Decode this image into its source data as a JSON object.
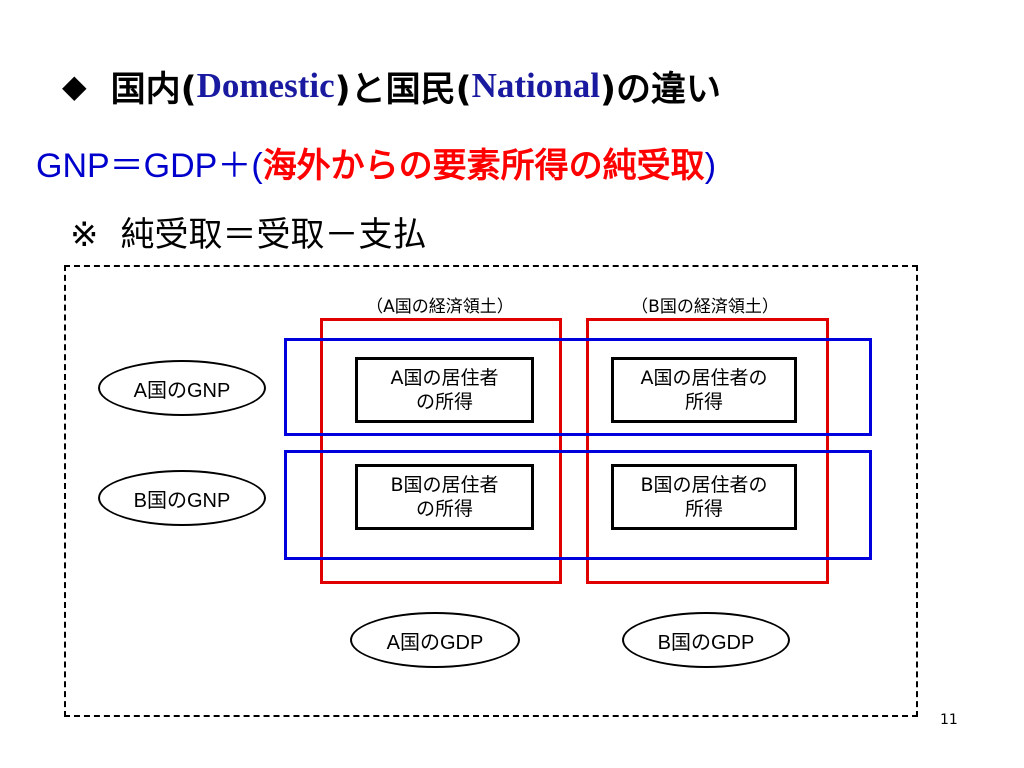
{
  "title": {
    "bullet": "◆",
    "part1": "国内(",
    "domestic": "Domestic",
    "part2": ")と国民(",
    "national": "National",
    "part3": ")の違い"
  },
  "formula": {
    "prefix": "GNP＝GDP＋(",
    "highlight": "海外からの要素所得の純受取",
    "suffix": ")"
  },
  "note": {
    "mark": "※",
    "text": "純受取＝受取－支払"
  },
  "diagram": {
    "territory_a": "（A国の経済領土）",
    "territory_b": "（B国の経済領土）",
    "gnp_a": "A国のGNP",
    "gnp_b": "B国のGNP",
    "gdp_a": "A国のGDP",
    "gdp_b": "B国のGDP",
    "cell_a_in_a": "A国の居住者\nの所得",
    "cell_a_in_b": "A国の居住者の\n所得",
    "cell_b_in_a": "B国の居住者\nの所得",
    "cell_b_in_b": "B国の居住者の\n所得"
  },
  "page_number": "11",
  "colors": {
    "territory_box": "#e00000",
    "gnp_box": "#0000dd",
    "formula_highlight": "#ff0000",
    "title_english": "#1a1aa0"
  }
}
